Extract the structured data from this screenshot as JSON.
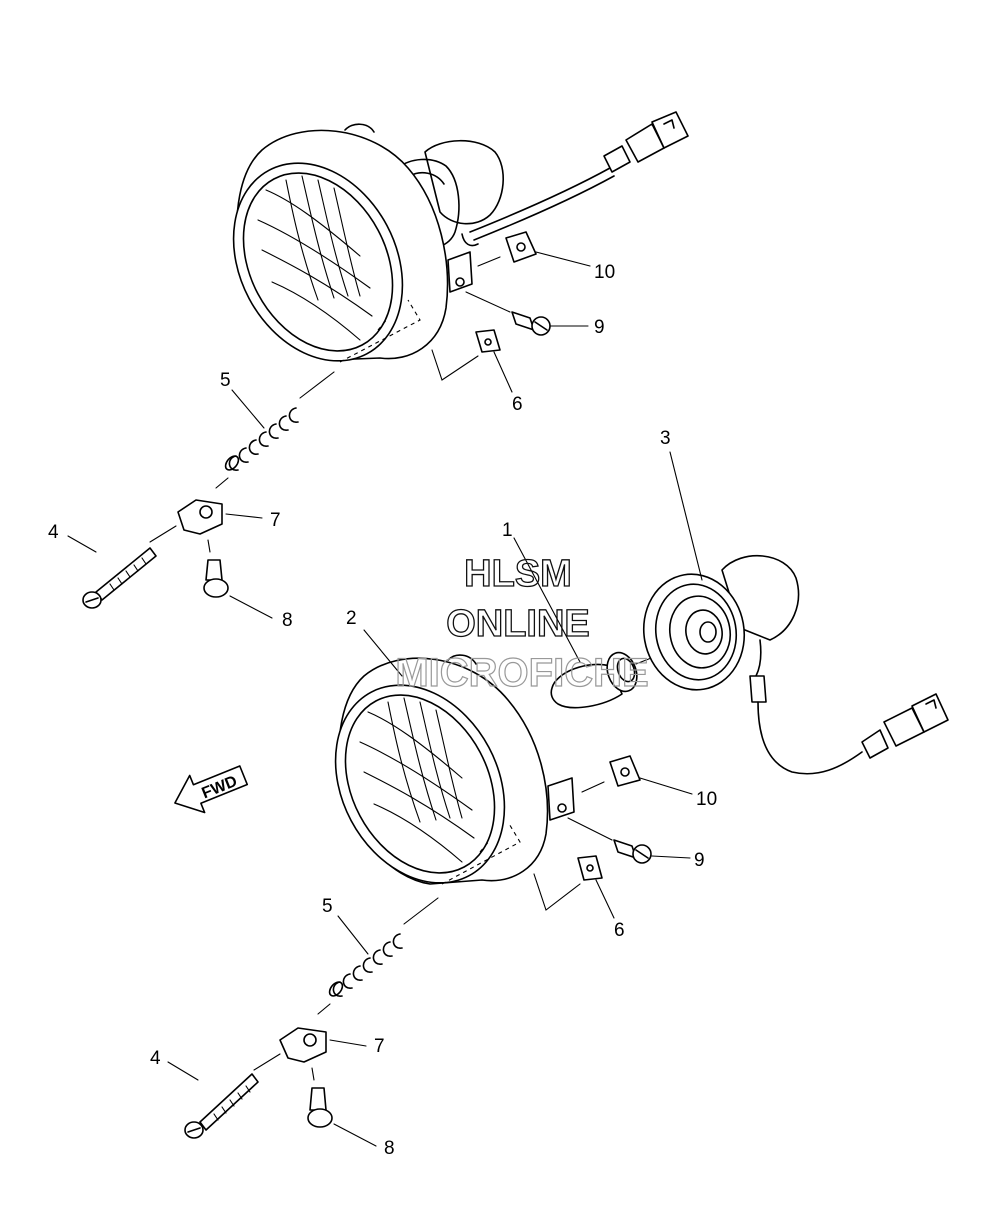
{
  "diagram": {
    "upper_callouts": {
      "c10": "10",
      "c9": "9",
      "c6": "6",
      "c5": "5",
      "c7": "7",
      "c4": "4",
      "c8": "8"
    },
    "lower_callouts": {
      "c1": "1",
      "c2": "2",
      "c3": "3",
      "c10": "10",
      "c9": "9",
      "c6": "6",
      "c5": "5",
      "c7": "7",
      "c4": "4",
      "c8": "8"
    },
    "fwd_label": "FWD",
    "watermark": {
      "line1": "HLSM",
      "line2": "ONLINE",
      "line3": "MICROFICHE"
    }
  }
}
